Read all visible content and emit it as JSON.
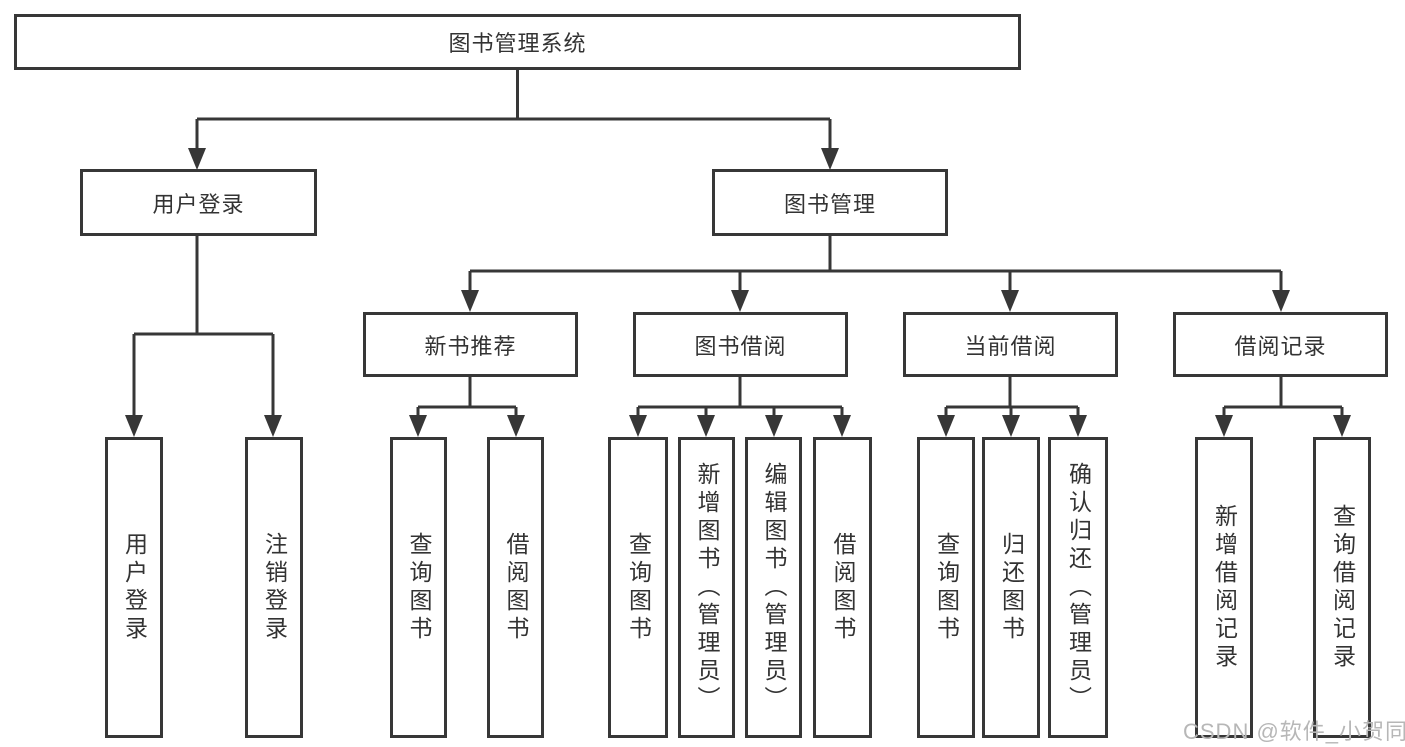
{
  "diagram": {
    "root_label": "图书管理系统",
    "branches": [
      {
        "label": "用户登录",
        "children": [
          {
            "label": "用户登录"
          },
          {
            "label": "注销登录"
          }
        ]
      },
      {
        "label": "图书管理",
        "children": [
          {
            "label": "新书推荐",
            "children": [
              {
                "label": "查询图书"
              },
              {
                "label": "借阅图书"
              }
            ]
          },
          {
            "label": "图书借阅",
            "children": [
              {
                "label": "查询图书"
              },
              {
                "label": "新增图书（管理员）"
              },
              {
                "label": "编辑图书（管理员）"
              },
              {
                "label": "借阅图书"
              }
            ]
          },
          {
            "label": "当前借阅",
            "children": [
              {
                "label": "查询图书"
              },
              {
                "label": "归还图书"
              },
              {
                "label": "确认归还（管理员）"
              }
            ]
          },
          {
            "label": "借阅记录",
            "children": [
              {
                "label": "新增借阅记录"
              },
              {
                "label": "查询借阅记录"
              }
            ]
          }
        ]
      }
    ]
  },
  "watermark": {
    "text": "CSDN @软件_小贺同学",
    "color": "#b7b7b7"
  },
  "colors": {
    "line": "#373737",
    "text": "#333333",
    "background": "#ffffff"
  }
}
